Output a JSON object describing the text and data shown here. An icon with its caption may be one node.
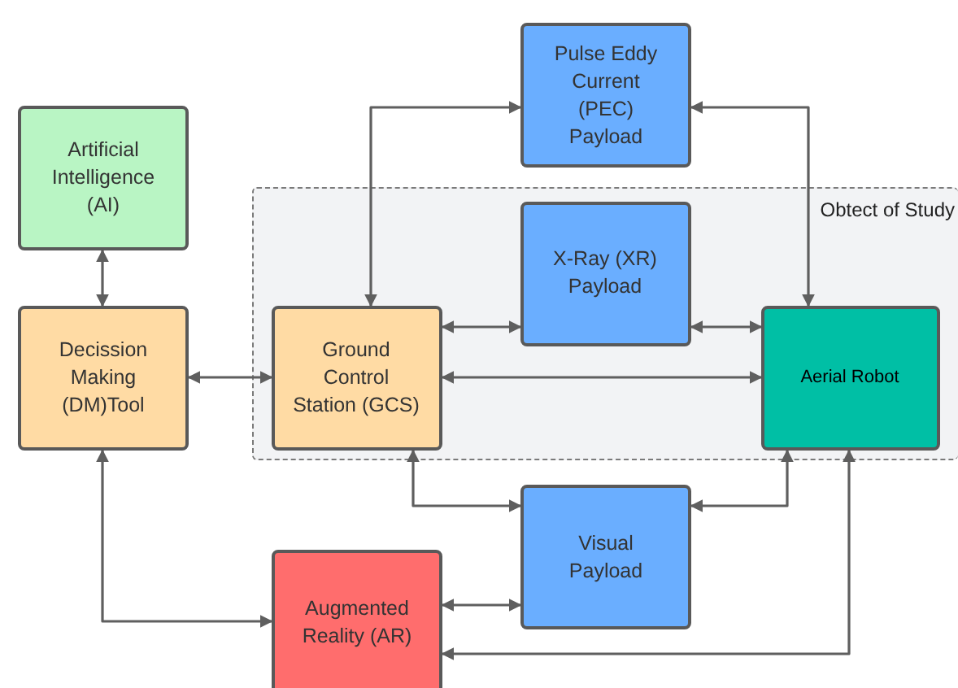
{
  "diagram": {
    "nodes": [
      {
        "text": [
          "Pulse Eddy Current (PEC) Payload"
        ]
      },
      {
        "text": [
          "Artificial Intelligence (AI)"
        ]
      },
      {
        "text": [
          "Obtect of Study"
        ]
      },
      {
        "text": [
          "X-Ray (XR) Payload"
        ],
        "in": 2
      },
      {
        "text": [
          "Decission Making (DM)Tool"
        ]
      },
      {
        "text": [
          "Ground Control Station (GCS)"
        ],
        "in": 2
      },
      {
        "text": [
          "Aerial Robot"
        ],
        "in": 2
      },
      {
        "text": [
          "Visual Payload"
        ]
      },
      {
        "text": [
          "Augmented Reality (AR)"
        ]
      }
    ],
    "edges": [
      {
        "from": 1,
        "to": 4,
        "arrow": "both"
      },
      {
        "from": 5,
        "to": 0,
        "arrow": "both"
      },
      {
        "from": 6,
        "to": 0,
        "arrow": "both"
      },
      {
        "from": 5,
        "to": 3,
        "arrow": "both"
      },
      {
        "from": 3,
        "to": 6,
        "arrow": "both"
      },
      {
        "from": 4,
        "to": 5,
        "arrow": "both"
      },
      {
        "from": 5,
        "to": 6,
        "arrow": "both"
      },
      {
        "from": 5,
        "to": 7,
        "arrow": "both"
      },
      {
        "from": 6,
        "to": 7,
        "arrow": "both"
      },
      {
        "from": 4,
        "to": 8,
        "arrow": "both"
      },
      {
        "from": 8,
        "to": 7,
        "arrow": "both"
      },
      {
        "from": 6,
        "to": 8,
        "arrow": "both"
      }
    ]
  }
}
